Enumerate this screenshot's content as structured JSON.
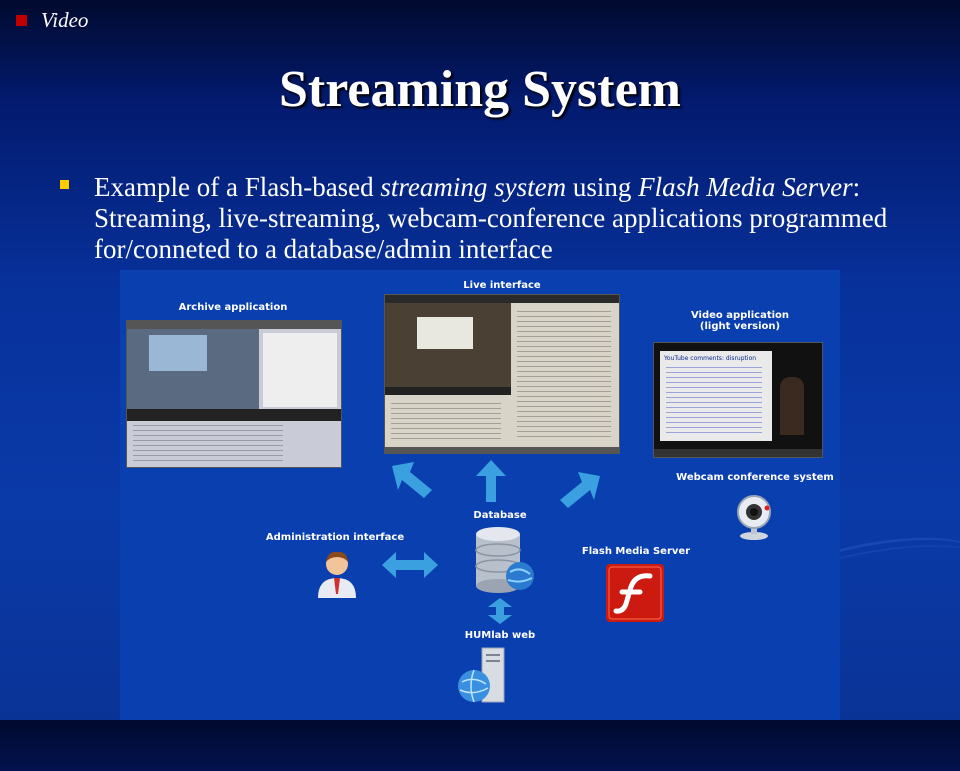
{
  "header": {
    "section_label": "Video"
  },
  "slide": {
    "title": "Streaming System",
    "bullet": {
      "p1": "Example of a Flash-based ",
      "em1": "streaming system",
      "p2": " using ",
      "em2": "Flash Media Server",
      "p3": ": Streaming, live-streaming, webcam-conference applications programmed for/conneted to a database/admin interface"
    }
  },
  "diagram": {
    "live_interface": "Live interface",
    "archive_application": "Archive application",
    "video_application_l1": "Video application",
    "video_application_l2": "(light version)",
    "webcam_conference": "Webcam conference system",
    "administration_interface": "Administration interface",
    "database": "Database",
    "flash_media_server": "Flash Media Server",
    "humlab_web": "HUMlab web",
    "youtube_caption": "YouTube comments: disruption"
  },
  "colors": {
    "accent_bullet": "#ffcc00",
    "section_marker": "#c00000",
    "arrow": "#3aa0e0"
  }
}
